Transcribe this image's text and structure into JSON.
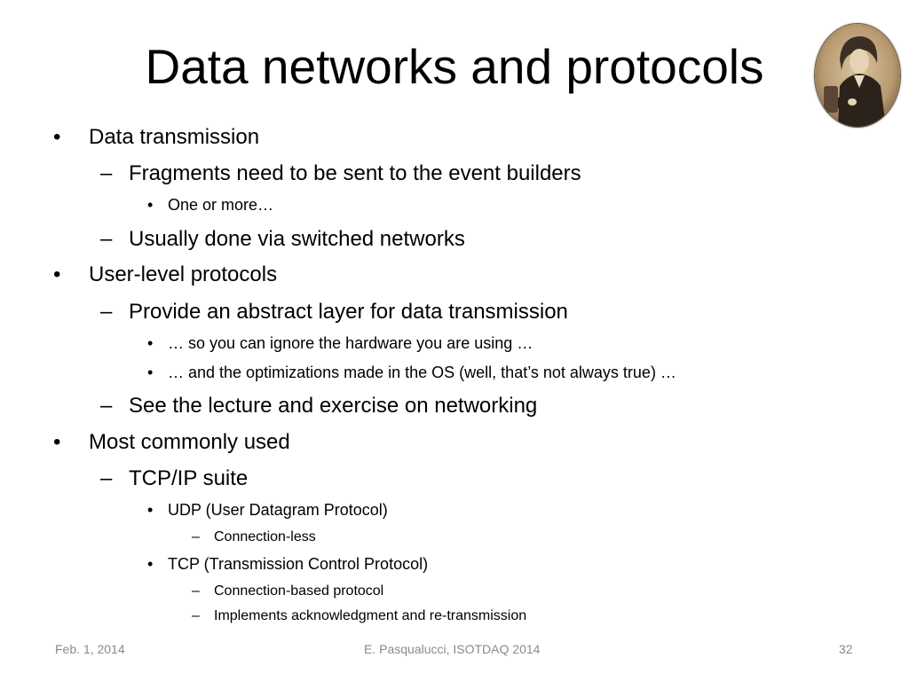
{
  "slide": {
    "title": "Data networks and protocols",
    "bullets": {
      "b1": {
        "marker": "•",
        "text": "Data transmission"
      },
      "b1_1": {
        "marker": "–",
        "text": "Fragments need to be sent to the event builders"
      },
      "b1_1_1": {
        "marker": "•",
        "text": "One or more…"
      },
      "b1_2": {
        "marker": "–",
        "text": "Usually done via switched networks"
      },
      "b2": {
        "marker": "•",
        "text": "User-level protocols"
      },
      "b2_1": {
        "marker": "–",
        "text": "Provide an abstract layer for data transmission"
      },
      "b2_1_1": {
        "marker": "•",
        "text": "… so you can ignore the hardware you are using …"
      },
      "b2_1_2": {
        "marker": "•",
        "text": "… and the optimizations made in the OS (well, that’s not always true) …"
      },
      "b2_2": {
        "marker": "–",
        "text": "See the lecture and exercise on networking"
      },
      "b3": {
        "marker": "•",
        "text": "Most commonly used"
      },
      "b3_1": {
        "marker": "–",
        "text": "TCP/IP suite"
      },
      "b3_1_1": {
        "marker": "•",
        "text": "UDP (User Datagram Protocol)"
      },
      "b3_1_1_1": {
        "marker": "–",
        "text": "Connection-less"
      },
      "b3_1_2": {
        "marker": "•",
        "text": "TCP (Transmission Control Protocol)"
      },
      "b3_1_2_1": {
        "marker": "–",
        "text": "Connection-based protocol"
      },
      "b3_1_2_2": {
        "marker": "–",
        "text": "Implements acknowledgment and re-transmission"
      }
    },
    "portrait_icon": "portrait-photo-icon"
  },
  "footer": {
    "date": "Feb. 1, 2014",
    "center": "E. Pasqualucci, ISOTDAQ 2014",
    "page_number": "32"
  },
  "colors": {
    "text": "#000000",
    "footer_text": "#8a8a8a",
    "background": "#ffffff",
    "portrait_tone": "#c9b08a"
  }
}
